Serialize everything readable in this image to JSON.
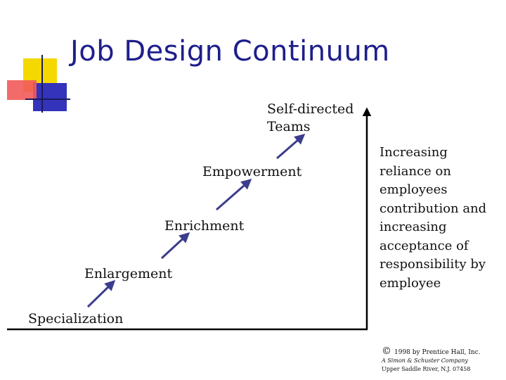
{
  "title": "Job Design Continuum",
  "stages": {
    "specialization": "Specialization",
    "enlargement": "Enlargement",
    "enrichment": "Enrichment",
    "empowerment": "Empowerment",
    "teams_line1": "Self-directed",
    "teams_line2": "Teams"
  },
  "axis_description": [
    "Increasing",
    "reliance on",
    "employees",
    "contribution and",
    "increasing",
    "acceptance of",
    "responsibility by",
    "employee"
  ],
  "copyright": {
    "symbol": "©",
    "line1": "1998 by Prentice Hall, Inc.",
    "line2": "A Simon & Schuster Company",
    "line3": "Upper Saddle River, N.J. 07458"
  },
  "colors": {
    "title": "#1e1e8c",
    "arrow": "#3c3c8c",
    "deco_yellow": "#f5d800",
    "deco_red": "#f04848",
    "deco_blue": "#2c2ca8",
    "axis": "#000000"
  }
}
